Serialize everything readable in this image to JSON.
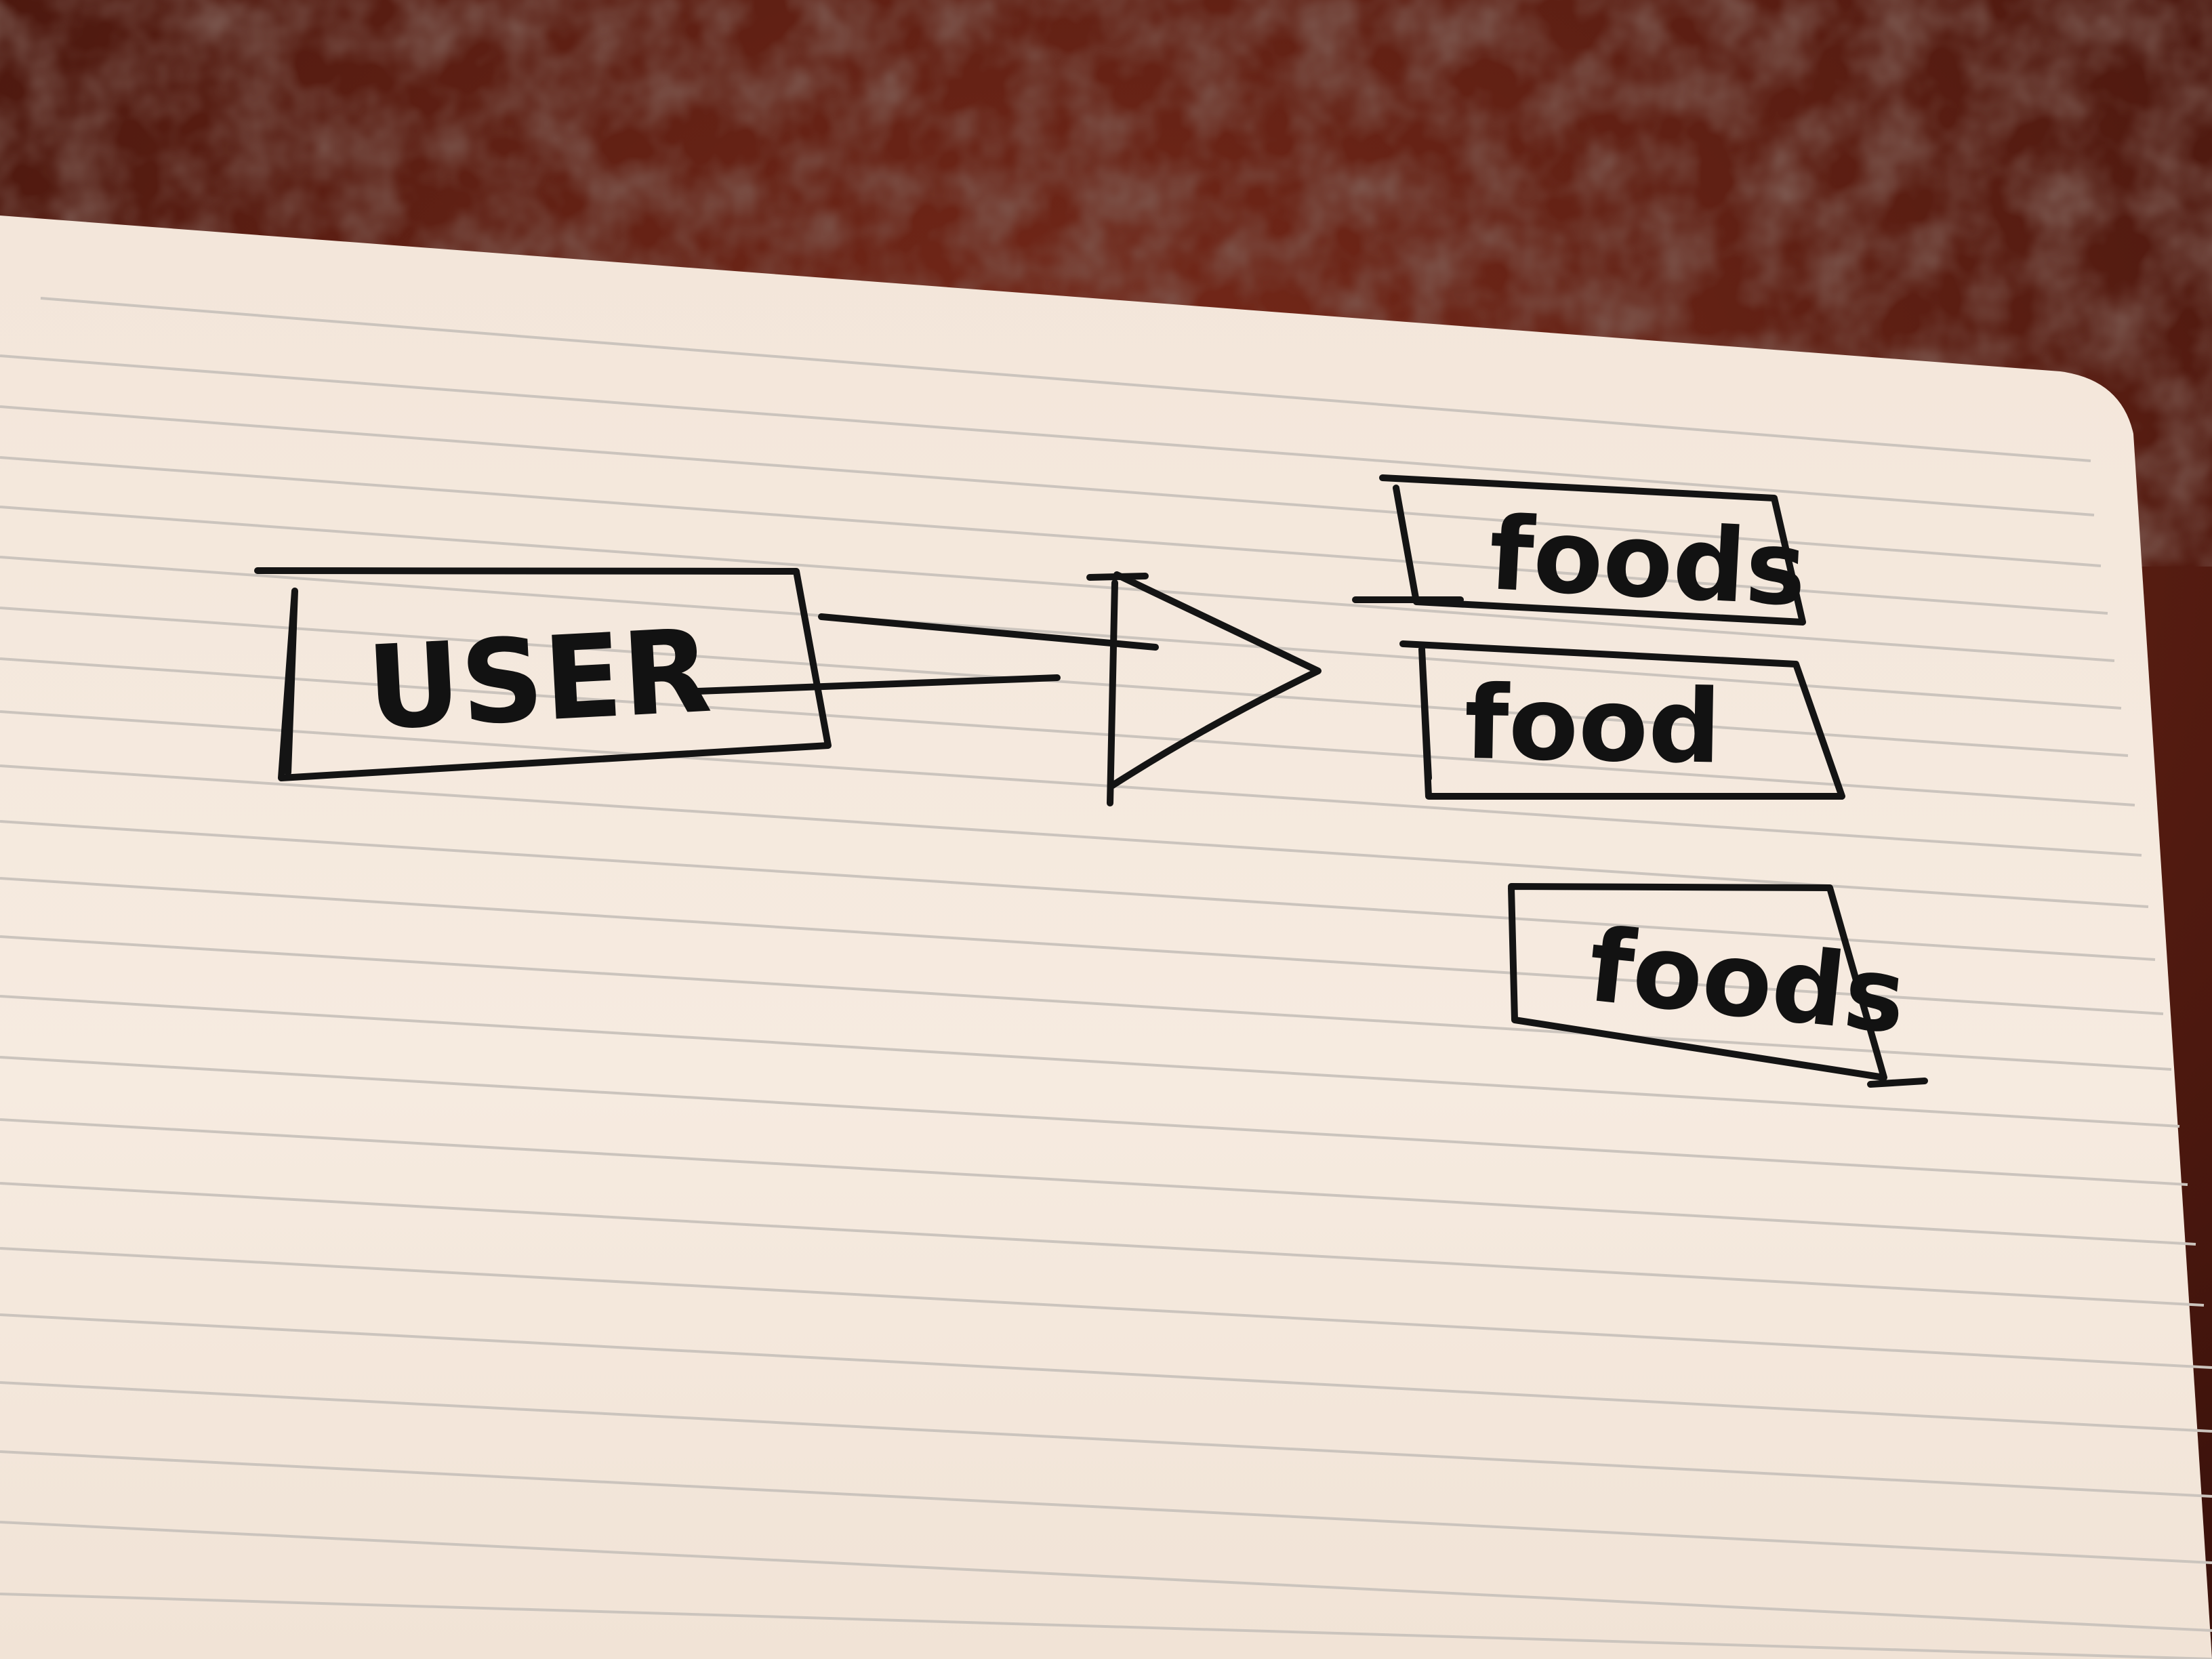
{
  "sketch": {
    "user_box_label": "USER",
    "result_boxes": [
      "foods",
      "food",
      "foods"
    ]
  },
  "colors": {
    "paper": "#f6ebe0",
    "ink": "#141414",
    "rule_line": "#cbc4bd",
    "countertop": "#5a1d12"
  }
}
